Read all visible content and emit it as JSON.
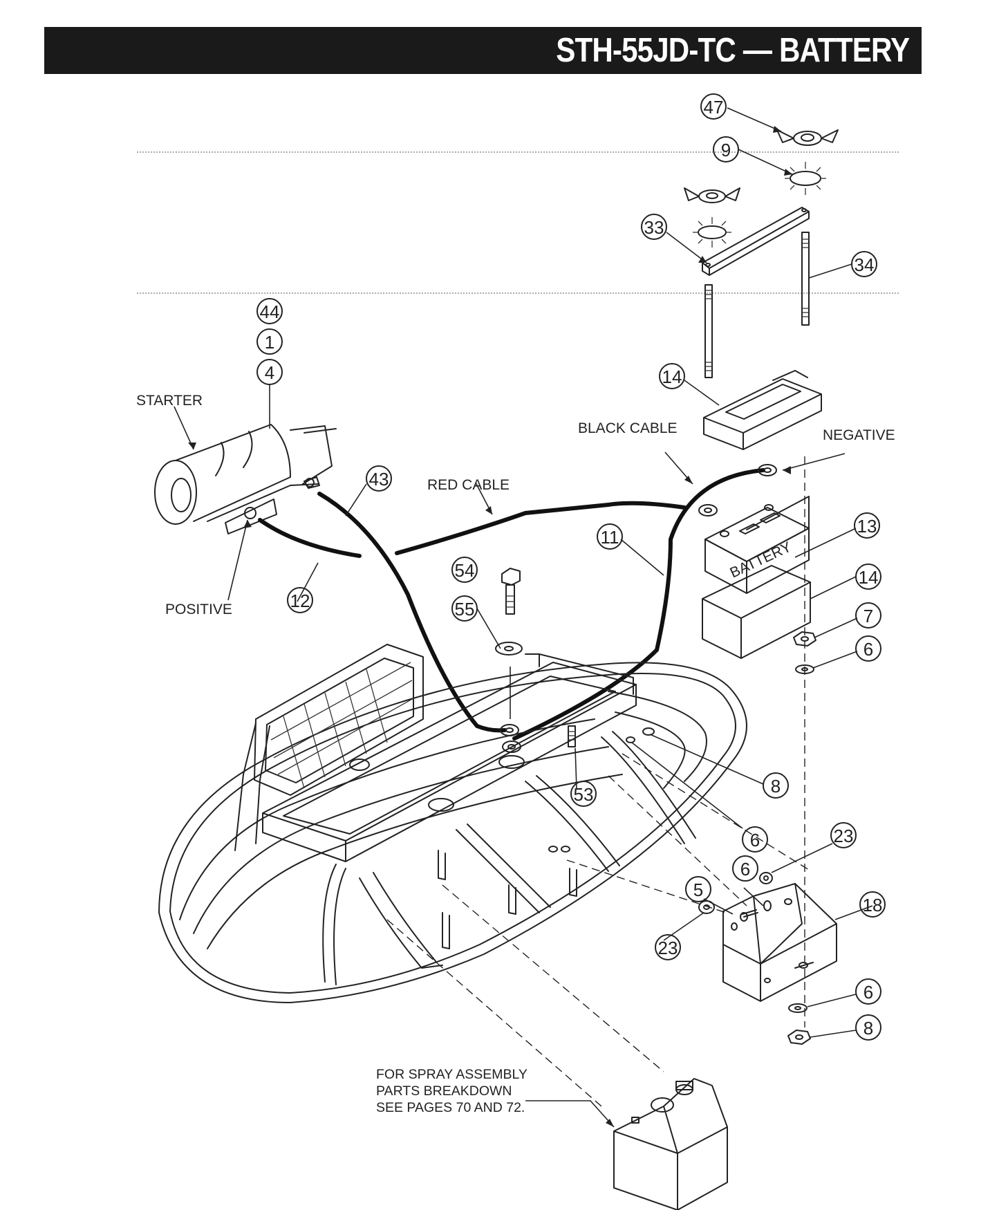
{
  "header": {
    "title": "STH-55JD-TC — BATTERY"
  },
  "labels": {
    "starter": "STARTER",
    "positive": "POSITIVE",
    "red_cable": "RED CABLE",
    "black_cable": "BLACK CABLE",
    "negative": "NEGATIVE",
    "battery": "BATTERY"
  },
  "note": {
    "line1": "FOR SPRAY ASSEMBLY",
    "line2": "PARTS BREAKDOWN",
    "line3": "SEE PAGES 70 AND 72."
  },
  "callouts": {
    "c47": "47",
    "c9": "9",
    "c33": "33",
    "c34": "34",
    "c44": "44",
    "c1": "1",
    "c4": "4",
    "c14a": "14",
    "c43": "43",
    "c11": "11",
    "c13": "13",
    "c14b": "14",
    "c12": "12",
    "c54": "54",
    "c55": "55",
    "c7": "7",
    "c6a": "6",
    "c8a": "8",
    "c53": "53",
    "c6b": "6",
    "c23a": "23",
    "c6c": "6",
    "c5": "5",
    "c18": "18",
    "c23b": "23",
    "c6d": "6",
    "c8b": "8"
  }
}
